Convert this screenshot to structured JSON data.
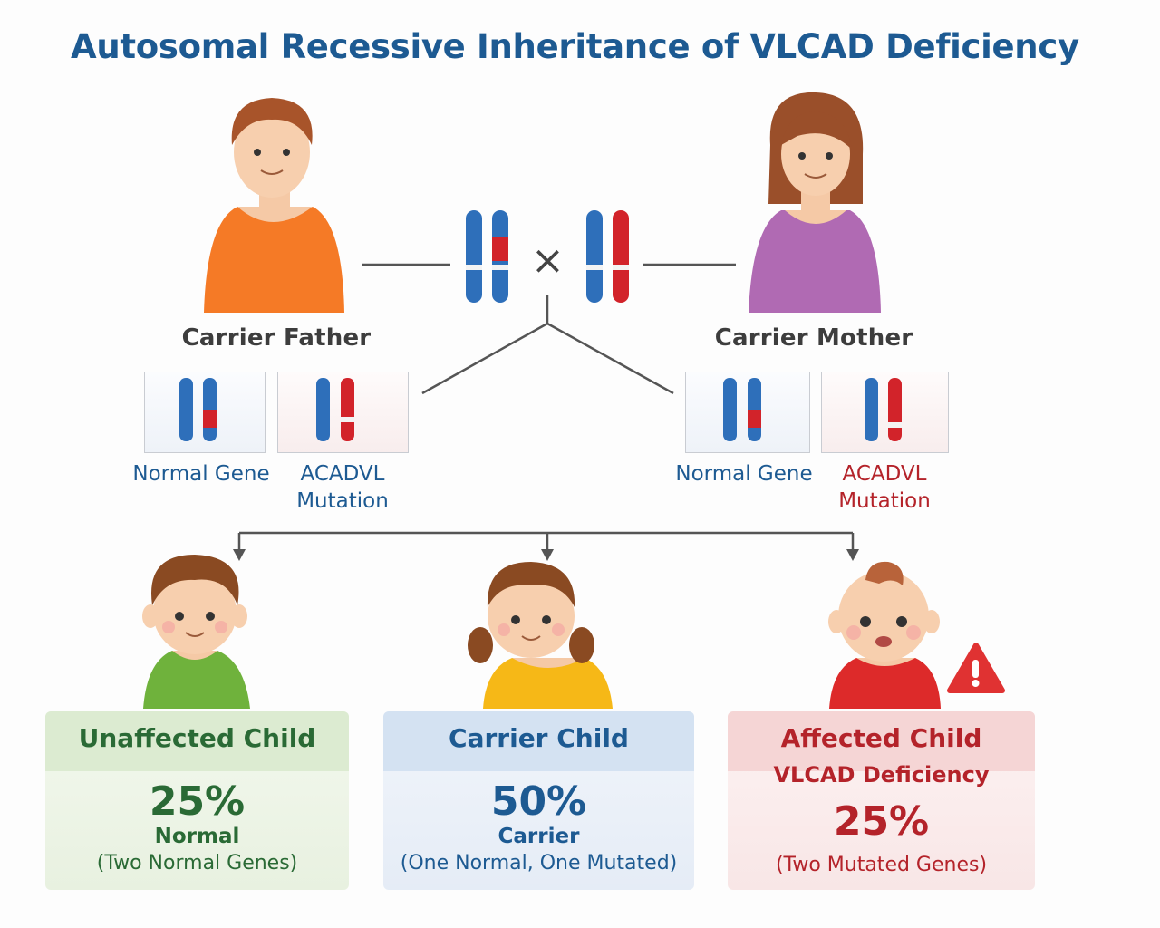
{
  "title": "Autosomal Recessive Inheritance of VLCAD Deficiency",
  "cross_symbol": "×",
  "parents": {
    "father": {
      "label": "Carrier Father",
      "normal_gene": "Normal Gene",
      "mutation": "ACADVL Mutation"
    },
    "mother": {
      "label": "Carrier Mother",
      "normal_gene": "Normal Gene",
      "mutation": "ACADVL Mutation"
    }
  },
  "children": [
    {
      "heading": "Unaffected Child",
      "percent": "25%",
      "status": "Normal",
      "genes": "(Two Normal Genes)"
    },
    {
      "heading": "Carrier Child",
      "percent": "50%",
      "status": "Carrier",
      "genes": "(One Normal, One Mutated)"
    },
    {
      "heading": "Affected Child",
      "condition": "VLCAD Deficiency",
      "percent": "25%",
      "genes": "(Two Mutated Genes)"
    }
  ],
  "icons": [
    "chromosome-icon",
    "warning-icon"
  ],
  "colors": {
    "title": "#1d5a92",
    "normal_blue": "#2e6fba",
    "mutation_red": "#d2232a",
    "unaffected_green": "#2a6a35",
    "carrier_blue": "#1d5a92",
    "affected_red": "#b4232a",
    "father_shirt": "#f57a26",
    "mother_shirt": "#b06ab3"
  }
}
